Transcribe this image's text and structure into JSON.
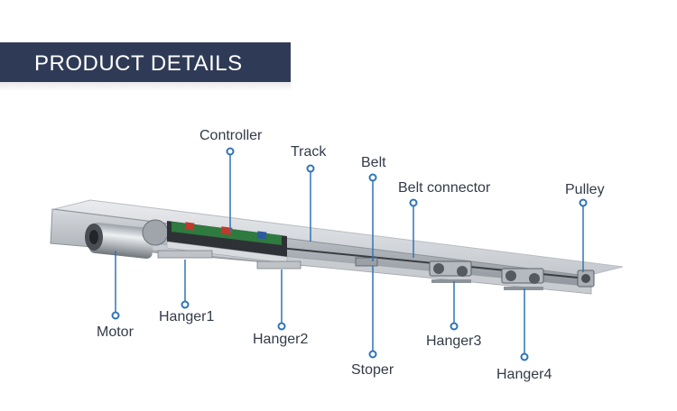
{
  "banner": {
    "title": "PRODUCT DETAILS",
    "color": "#2f3b56"
  },
  "accent_color": "#2f74b5",
  "labels": {
    "controller": "Controller",
    "track": "Track",
    "belt": "Belt",
    "belt_connector": "Belt connector",
    "pulley": "Pulley",
    "motor": "Motor",
    "hanger1": "Hanger1",
    "hanger2": "Hanger2",
    "stoper": "Stoper",
    "hanger3": "Hanger3",
    "hanger4": "Hanger4"
  }
}
